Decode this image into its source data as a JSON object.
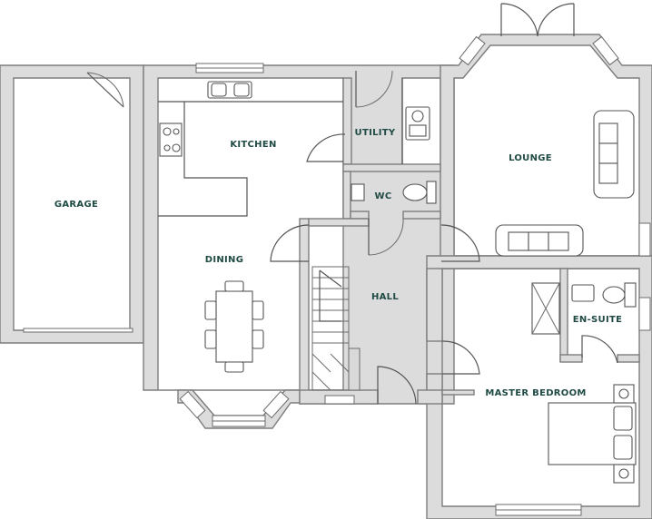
{
  "rooms": {
    "garage": "GARAGE",
    "kitchen": "KITCHEN",
    "utility": "UTILITY",
    "lounge": "LOUNGE",
    "wc": "WC",
    "dining": "DINING",
    "hall": "HALL",
    "ensuite": "EN-SUITE",
    "master_bedroom": "MASTER BEDROOM"
  },
  "colors": {
    "label": "#1f4a44",
    "wall_fill": "#dcdcdc",
    "wall_stroke": "#7d7d7d",
    "line": "#555555"
  }
}
